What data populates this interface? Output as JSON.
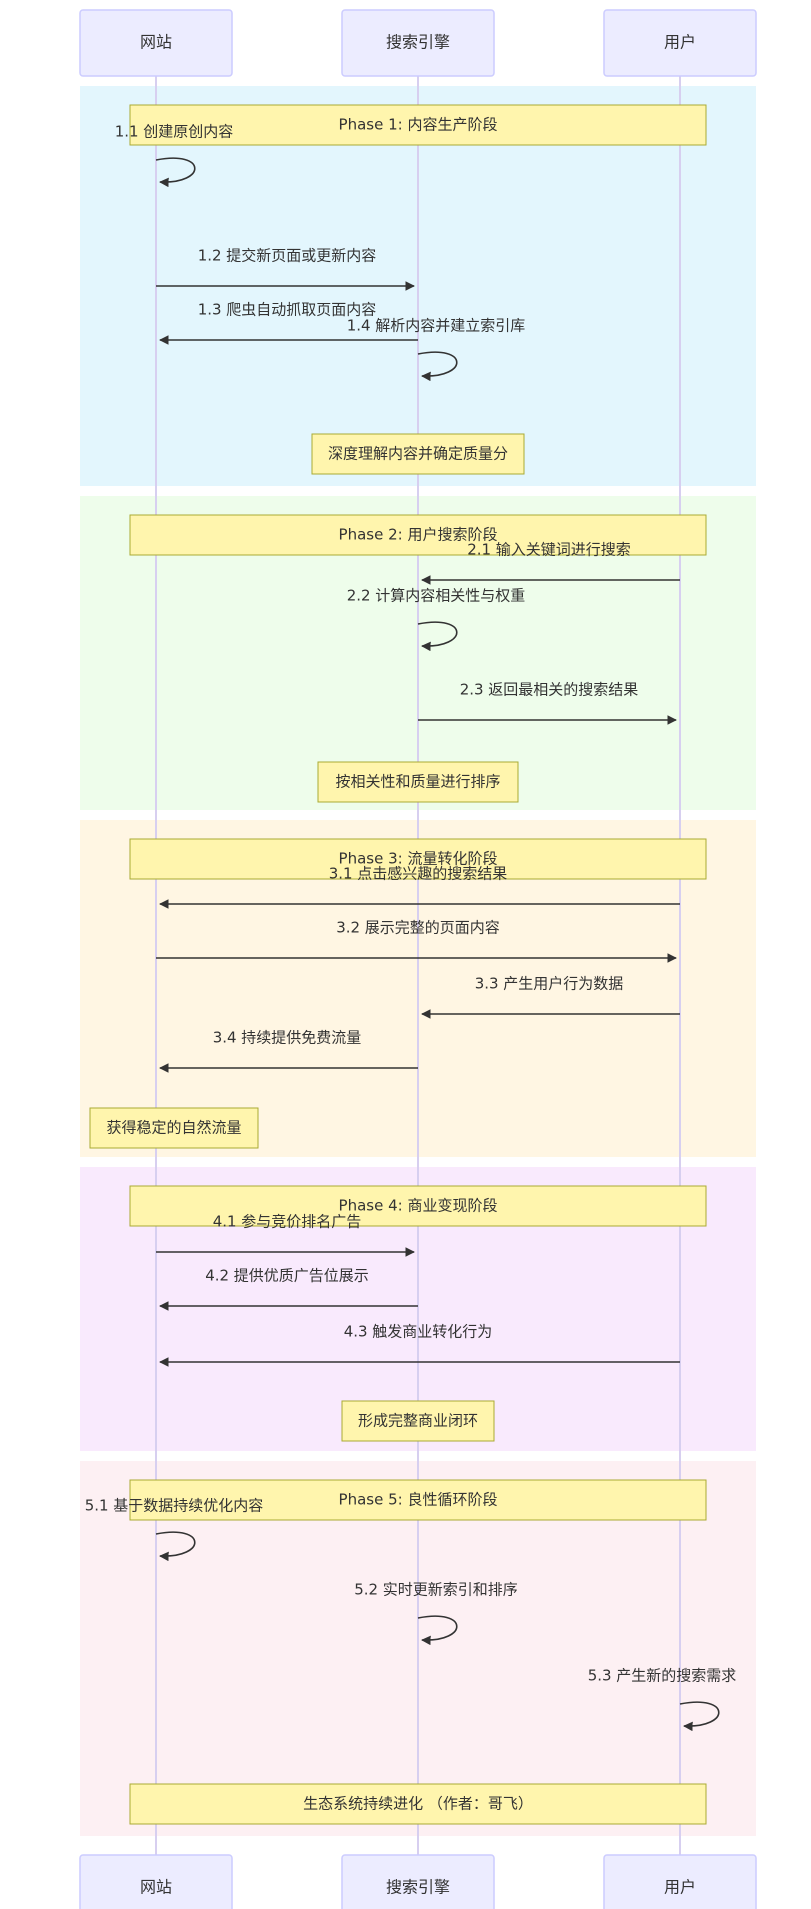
{
  "actors": [
    {
      "id": "site",
      "label": "网站"
    },
    {
      "id": "engine",
      "label": "搜索引擎"
    },
    {
      "id": "user",
      "label": "用户"
    }
  ],
  "colors": {
    "actor_fill": "#ECECFF",
    "actor_stroke": "#CCCCFF",
    "lifeline": "#D7CFF0",
    "note_fill": "#FFF5AD",
    "note_stroke": "#AAAA33",
    "arrow": "#333333",
    "phase_bg": [
      "#E3F6FD",
      "#EEFDEB",
      "#FFF6E3",
      "#F9EAFD",
      "#FDF0F3"
    ]
  },
  "phases": [
    {
      "header": "Phase 1: 内容生产阶段",
      "messages": [
        {
          "label": "1.1 创建原创内容",
          "from": "site",
          "to": "site"
        },
        {
          "label": "1.2 提交新页面或更新内容",
          "from": "site",
          "to": "engine"
        },
        {
          "label": "1.3 爬虫自动抓取页面内容",
          "from": "engine",
          "to": "site"
        },
        {
          "label": "1.4 解析内容并建立索引库",
          "from": "engine",
          "to": "engine"
        }
      ],
      "note": {
        "label": "深度理解内容并确定质量分",
        "over": "engine"
      }
    },
    {
      "header": "Phase 2: 用户搜索阶段",
      "messages": [
        {
          "label": "2.1 输入关键词进行搜索",
          "from": "user",
          "to": "engine"
        },
        {
          "label": "2.2 计算内容相关性与权重",
          "from": "engine",
          "to": "engine"
        },
        {
          "label": "2.3 返回最相关的搜索结果",
          "from": "engine",
          "to": "user"
        }
      ],
      "note": {
        "label": "按相关性和质量进行排序",
        "over": "engine"
      }
    },
    {
      "header": "Phase 3: 流量转化阶段",
      "messages": [
        {
          "label": "3.1 点击感兴趣的搜索结果",
          "from": "user",
          "to": "site"
        },
        {
          "label": "3.2 展示完整的页面内容",
          "from": "site",
          "to": "user"
        },
        {
          "label": "3.3 产生用户行为数据",
          "from": "user",
          "to": "engine"
        },
        {
          "label": "3.4 持续提供免费流量",
          "from": "engine",
          "to": "site"
        }
      ],
      "note": {
        "label": "获得稳定的自然流量",
        "over": "site"
      }
    },
    {
      "header": "Phase 4: 商业变现阶段",
      "messages": [
        {
          "label": "4.1 参与竞价排名广告",
          "from": "site",
          "to": "engine"
        },
        {
          "label": "4.2 提供优质广告位展示",
          "from": "engine",
          "to": "site"
        },
        {
          "label": "4.3 触发商业转化行为",
          "from": "user",
          "to": "site"
        }
      ],
      "note": {
        "label": "形成完整商业闭环",
        "over": "engine"
      }
    },
    {
      "header": "Phase 5: 良性循环阶段",
      "messages": [
        {
          "label": "5.1 基于数据持续优化内容",
          "from": "site",
          "to": "site"
        },
        {
          "label": "5.2 实时更新索引和排序",
          "from": "engine",
          "to": "engine"
        },
        {
          "label": "5.3 产生新的搜索需求",
          "from": "user",
          "to": "user"
        }
      ],
      "note": {
        "label": "生态系统持续进化 （作者：哥飞）",
        "over": "all"
      }
    }
  ]
}
